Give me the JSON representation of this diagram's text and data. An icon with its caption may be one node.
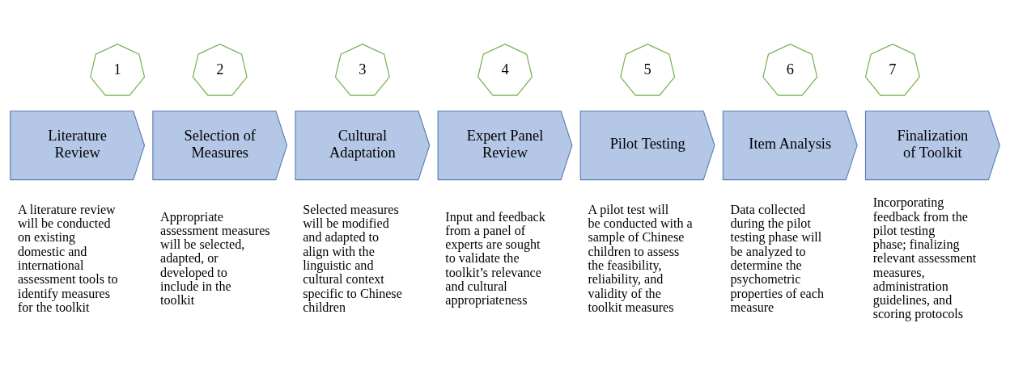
{
  "diagram": {
    "nodes": [
      {
        "text": [
          "1"
        ]
      },
      {
        "text": [
          "Literature Review"
        ],
        "beside": [
          "A literature review will be conducted on existing domestic and international assessment tools to identify measures for the toolkit"
        ]
      },
      {
        "text": [
          "2"
        ]
      },
      {
        "text": [
          "Selection of Measures"
        ],
        "beside": [
          "Appropriate assessment measures will be selected, adapted, or developed to include in the toolkit"
        ]
      },
      {
        "text": [
          "3"
        ]
      },
      {
        "text": [
          "Cultural Adaptation"
        ],
        "beside": [
          "Selected measures will be modified and adapted to align with the linguistic and cultural context specific to Chinese children"
        ]
      },
      {
        "text": [
          "4"
        ]
      },
      {
        "text": [
          "Expert Panel Review"
        ],
        "beside": [
          "Input and feedback from a panel of experts are sought to validate the toolkit’s relevance and cultural appropriateness"
        ]
      },
      {
        "text": [
          "5"
        ]
      },
      {
        "text": [
          "Pilot Testing"
        ],
        "beside": [
          "A pilot test will be conducted with a sample of Chinese children to assess the feasibility, reliability, and validity of the toolkit measures"
        ]
      },
      {
        "text": [
          "6"
        ]
      },
      {
        "text": [
          "Item Analysis"
        ],
        "beside": [
          "Data collected during the pilot testing phase will be analyzed to determine the psychometric properties of each measure"
        ]
      },
      {
        "text": [
          "7"
        ]
      },
      {
        "text": [
          "Finalization of Toolkit"
        ],
        "beside": [
          "Incorporating feedback from the pilot testing phase; finalizing relevant assessment measures, administration guidelines, and scoring protocols"
        ]
      }
    ],
    "edges": []
  }
}
